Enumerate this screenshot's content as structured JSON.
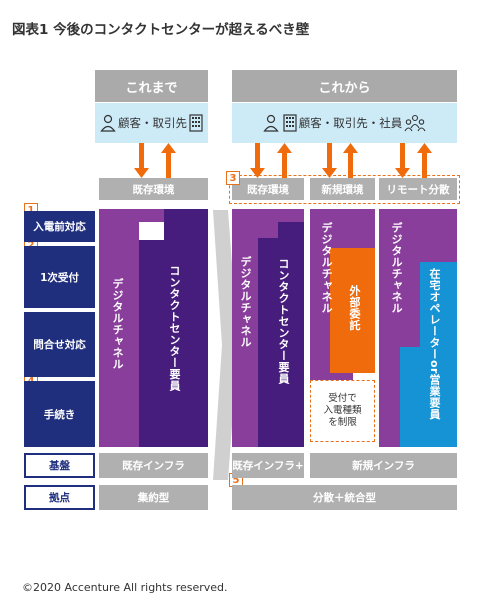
{
  "title": "図表1  今後のコンタクトセンターが超えるべき壁",
  "headers": {
    "before": "これまで",
    "after": "これから"
  },
  "customers": {
    "before": "顧客・取引先",
    "after": "顧客・取引先・社員"
  },
  "badges": [
    "1",
    "2",
    "3",
    "4",
    "5"
  ],
  "stages": {
    "s1": "入電前対応",
    "s2": "1次受付",
    "s3": "問合せ対応",
    "s4": "手続き",
    "base": "基盤",
    "site": "拠点"
  },
  "environments": {
    "before": "既存環境",
    "after_existing": "既存環境",
    "after_new": "新規環境",
    "after_remote": "リモート分散"
  },
  "channels": {
    "digital": "デジタルチャネル",
    "contact_center": "コンタクトセンター要員",
    "outsourcing": "外部委託",
    "home_operator": "在宅オペレーターor営業要員",
    "restriction_note_line1": "受付で",
    "restriction_note_line2": "入電種類",
    "restriction_note_line3": "を制限"
  },
  "infrastructure": {
    "before": "既存インフラ",
    "after_existing": "既存インフラ+",
    "after_new": "新規インフラ"
  },
  "sites": {
    "before": "集約型",
    "after": "分散＋統合型"
  },
  "copyright": "©2020 Accenture All rights reserved.",
  "colors": {
    "navy": "#1f2f7e",
    "purple": "#8a3e9b",
    "dark_purple": "#461d7c",
    "orange": "#ef6b0c",
    "blue": "#1593d4",
    "light_blue": "#cdeaf7",
    "gray": "#aaaaaa"
  }
}
